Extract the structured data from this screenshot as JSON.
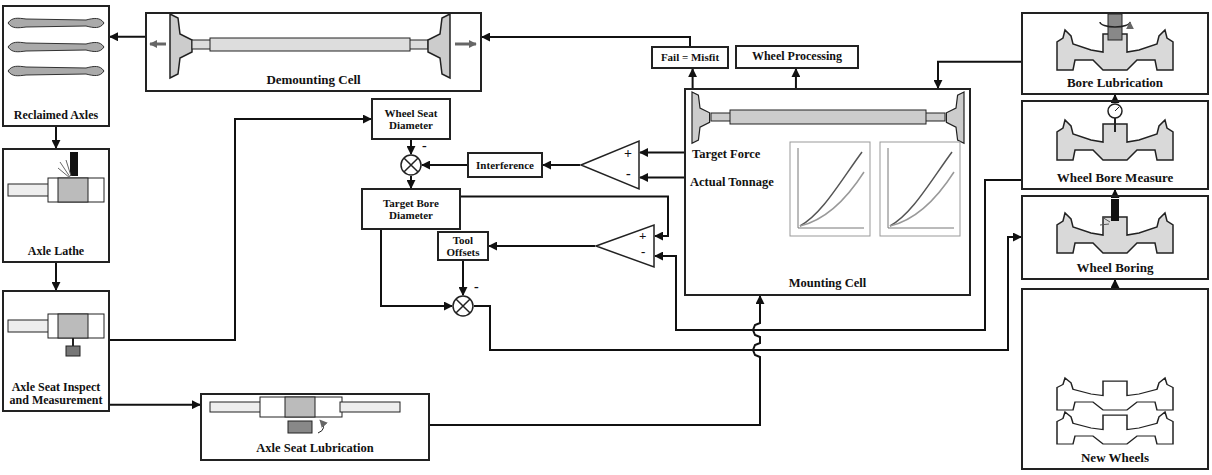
{
  "diagram": {
    "nodes": [
      {
        "text": [
          "Reclaimed Axles"
        ]
      },
      {
        "text": [
          "Demounting Cell"
        ]
      },
      {
        "text": [
          "Fail = Misfit"
        ]
      },
      {
        "text": [
          "Wheel Processing"
        ]
      },
      {
        "text": [
          "Bore Lubrication"
        ]
      },
      {
        "text": [
          "Wheel Seat Diameter"
        ]
      },
      {
        "text": [
          "Target Force",
          "Actual Tonnage",
          "Mounting Cell"
        ]
      },
      {
        "text": [
          "Wheel Bore Measure"
        ]
      },
      {
        "text": [
          "Axle Lathe"
        ]
      },
      {
        "text": [
          "Interference"
        ]
      },
      {
        "text": [
          "+",
          "-"
        ]
      },
      {
        "text": [
          "-"
        ]
      },
      {
        "text": [
          "Target Bore Diameter"
        ]
      },
      {
        "text": [
          "+",
          "-"
        ]
      },
      {
        "text": [
          "Tool Offsets"
        ]
      },
      {
        "text": [
          "-"
        ]
      },
      {
        "text": [
          "Wheel Boring"
        ]
      },
      {
        "text": [
          "Axle Seat Inspect and Measurement"
        ]
      },
      {
        "text": [
          "Axle Seat Lubrication"
        ]
      },
      {
        "text": [
          "New Wheels"
        ]
      }
    ],
    "edges": [
      {
        "from": 2,
        "to": 1,
        "arrow": "to"
      },
      {
        "from": 1,
        "to": 0,
        "arrow": "to"
      },
      {
        "from": 6,
        "to": 2,
        "arrow": "to"
      },
      {
        "from": 6,
        "to": 3,
        "arrow": "to"
      },
      {
        "from": 4,
        "to": 6,
        "arrow": "to"
      },
      {
        "from": 7,
        "to": 4,
        "arrow": "to"
      },
      {
        "from": 16,
        "to": 7,
        "arrow": "to"
      },
      {
        "from": 19,
        "to": 16,
        "arrow": "to"
      },
      {
        "from": 0,
        "to": 8,
        "arrow": "to"
      },
      {
        "from": 8,
        "to": 17,
        "arrow": "to"
      },
      {
        "from": 17,
        "to": 5,
        "arrow": "to"
      },
      {
        "from": 17,
        "to": 18,
        "arrow": "to"
      },
      {
        "from": 18,
        "to": 6,
        "arrow": "to"
      },
      {
        "from": 6,
        "to": 10,
        "arrow": "to"
      },
      {
        "from": 6,
        "to": 10,
        "arrow": "to"
      },
      {
        "from": 10,
        "to": 9,
        "arrow": "to"
      },
      {
        "from": 9,
        "to": 11,
        "arrow": "to"
      },
      {
        "from": 5,
        "to": 11,
        "arrow": "to"
      },
      {
        "from": 11,
        "to": 12,
        "arrow": "to"
      },
      {
        "from": 12,
        "to": 13,
        "arrow": "to"
      },
      {
        "from": 7,
        "to": 13,
        "arrow": "to"
      },
      {
        "from": 13,
        "to": 14,
        "arrow": "to"
      },
      {
        "from": 14,
        "to": 15,
        "arrow": "to"
      },
      {
        "from": 12,
        "to": 15,
        "arrow": "to"
      },
      {
        "from": 15,
        "to": 16,
        "arrow": "to"
      }
    ]
  }
}
